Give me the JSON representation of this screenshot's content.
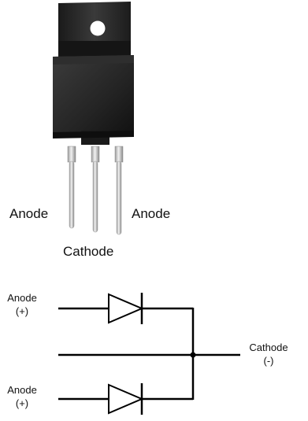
{
  "package": {
    "labels": {
      "left_pin": "Anode",
      "right_pin": "Anode",
      "center_pin": "Cathode"
    }
  },
  "schematic": {
    "top_anode": {
      "name": "Anode",
      "polarity": "(+)"
    },
    "bottom_anode": {
      "name": "Anode",
      "polarity": "(+)"
    },
    "cathode": {
      "name": "Cathode",
      "polarity": "(-)"
    }
  }
}
